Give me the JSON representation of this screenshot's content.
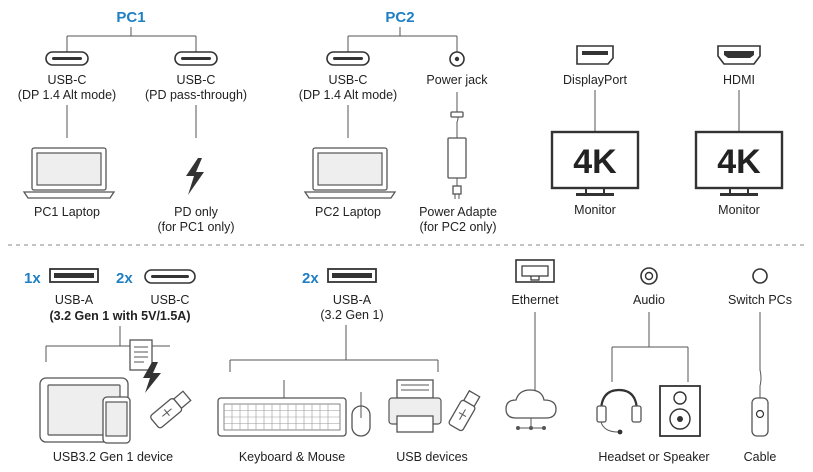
{
  "colors": {
    "accent": "#1f7fc4",
    "line": "#555555",
    "text": "#222222"
  },
  "top": {
    "pc1_heading": "PC1",
    "pc2_heading": "PC2",
    "pc1_port1_line1": "USB-C",
    "pc1_port1_line2": "(DP 1.4 Alt mode)",
    "pc1_port2_line1": "USB-C",
    "pc1_port2_line2": "(PD pass-through)",
    "pc2_port1_line1": "USB-C",
    "pc2_port1_line2": "(DP 1.4 Alt mode)",
    "power_jack": "Power jack",
    "displayport": "DisplayPort",
    "hdmi": "HDMI",
    "pc1_laptop": "PC1 Laptop",
    "pd_only_line1": "PD only",
    "pd_only_line2": "(for PC1 only)",
    "pc2_laptop": "PC2 Laptop",
    "power_adapter_line1": "Power Adapte",
    "power_adapter_line2": "(for PC2 only)",
    "monitor_badge": "4K",
    "monitor_label": "Monitor"
  },
  "bottom": {
    "usba_count": "1x",
    "usba_label": "USB-A",
    "usbc_count": "2x",
    "usbc_label": "USB-C",
    "front_ports_note": "(3.2 Gen 1 with 5V/1.5A)",
    "usb3_device": "USB3.2 Gen 1 device",
    "rear_usba_count": "2x",
    "rear_usba_label": "USB-A",
    "rear_usba_note": "(3.2 Gen 1)",
    "keyboard_mouse": "Keyboard & Mouse",
    "usb_devices": "USB devices",
    "ethernet": "Ethernet",
    "audio": "Audio",
    "headset_speaker": "Headset or Speaker",
    "switch_pcs": "Switch PCs",
    "cable": "Cable"
  },
  "icons": [
    "usb-c-port-icon",
    "power-jack-icon",
    "displayport-icon",
    "hdmi-icon",
    "laptop-icon",
    "lightning-icon",
    "power-adapter-icon",
    "monitor-icon",
    "usb-a-port-icon",
    "tablet-icon",
    "phone-icon",
    "document-icon",
    "usb-stick-icon",
    "keyboard-icon",
    "mouse-icon",
    "printer-icon",
    "ethernet-port-icon",
    "cloud-network-icon",
    "audio-jack-icon",
    "headset-icon",
    "speaker-icon",
    "switch-button-icon",
    "cable-remote-icon"
  ]
}
